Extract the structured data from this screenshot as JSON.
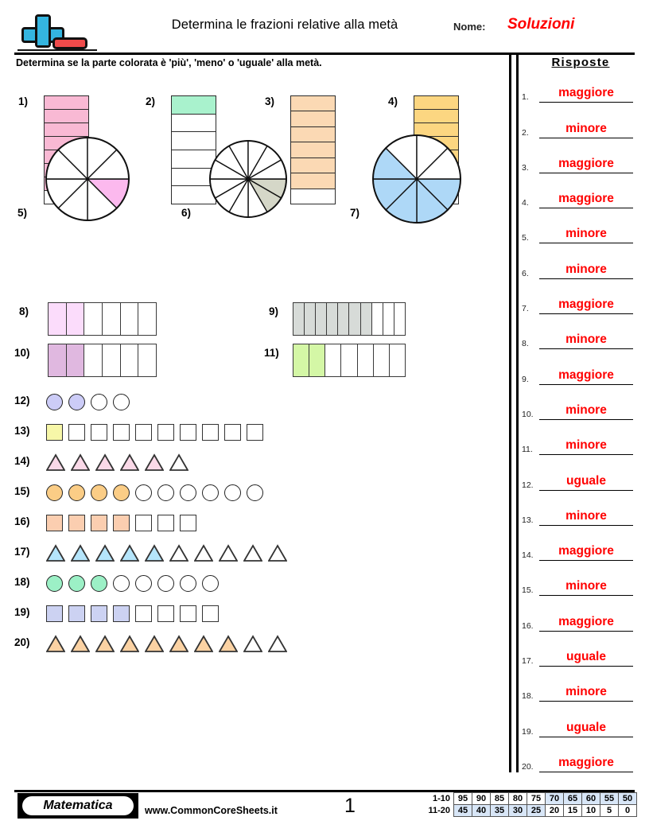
{
  "header": {
    "logo_icon": "plus-minus-icon",
    "title": "Determina le frazioni relative alla metà",
    "name_label": "Nome:",
    "name_value": "Soluzioni",
    "instructions": "Determina se la parte colorata è 'più', 'meno' o 'uguale' alla metà."
  },
  "answers": {
    "title": "Risposte",
    "items": [
      {
        "num": "1.",
        "value": "maggiore"
      },
      {
        "num": "2.",
        "value": "minore"
      },
      {
        "num": "3.",
        "value": "maggiore"
      },
      {
        "num": "4.",
        "value": "maggiore"
      },
      {
        "num": "5.",
        "value": "minore"
      },
      {
        "num": "6.",
        "value": "minore"
      },
      {
        "num": "7.",
        "value": "maggiore"
      },
      {
        "num": "8.",
        "value": "minore"
      },
      {
        "num": "9.",
        "value": "maggiore"
      },
      {
        "num": "10.",
        "value": "minore"
      },
      {
        "num": "11.",
        "value": "minore"
      },
      {
        "num": "12.",
        "value": "uguale"
      },
      {
        "num": "13.",
        "value": "minore"
      },
      {
        "num": "14.",
        "value": "maggiore"
      },
      {
        "num": "15.",
        "value": "minore"
      },
      {
        "num": "16.",
        "value": "maggiore"
      },
      {
        "num": "17.",
        "value": "uguale"
      },
      {
        "num": "18.",
        "value": "minore"
      },
      {
        "num": "19.",
        "value": "uguale"
      },
      {
        "num": "20.",
        "value": "maggiore"
      }
    ]
  },
  "problems": {
    "labels": [
      "1)",
      "2)",
      "3)",
      "4)",
      "5)",
      "6)",
      "7)",
      "8)",
      "9)",
      "10)",
      "11)",
      "12)",
      "13)",
      "14)",
      "15)",
      "16)",
      "17)",
      "18)",
      "19)",
      "20)"
    ],
    "bars": [
      {
        "id": 1,
        "total": 8,
        "shaded": 7,
        "color": "#f9b9d4"
      },
      {
        "id": 2,
        "total": 6,
        "shaded": 1,
        "color": "#a9f2cd"
      },
      {
        "id": 3,
        "total": 7,
        "shaded": 6,
        "color": "#fbd9b4"
      },
      {
        "id": 4,
        "total": 8,
        "shaded": 6,
        "color": "#fcd681"
      }
    ],
    "pies": [
      {
        "id": 5,
        "total": 8,
        "shaded": 1,
        "color": "#fcb9ee"
      },
      {
        "id": 6,
        "total": 12,
        "shaded": 2,
        "color": "#d5d7c8"
      },
      {
        "id": 7,
        "total": 8,
        "shaded": 5,
        "color": "#aed8f7"
      }
    ],
    "grids": [
      {
        "id": 8,
        "total": 6,
        "shaded": 2,
        "color": "#fbdcfb"
      },
      {
        "id": 9,
        "total": 10,
        "shaded": 7,
        "color": "#d7dbd8"
      },
      {
        "id": 10,
        "total": 6,
        "shaded": 2,
        "color": "#e0b8e0"
      },
      {
        "id": 11,
        "total": 7,
        "shaded": 2,
        "color": "#d4f7a6"
      }
    ],
    "shape_rows": [
      {
        "id": 12,
        "shape": "circle",
        "total": 4,
        "shaded": 2,
        "color": "#ccccf7"
      },
      {
        "id": 13,
        "shape": "square",
        "total": 10,
        "shaded": 1,
        "color": "#f7f7a8"
      },
      {
        "id": 14,
        "shape": "triangle",
        "total": 6,
        "shaded": 5,
        "color": "#fad9e8"
      },
      {
        "id": 15,
        "shape": "circle",
        "total": 10,
        "shaded": 4,
        "color": "#fbcd86"
      },
      {
        "id": 16,
        "shape": "square",
        "total": 7,
        "shaded": 4,
        "color": "#fbceb0"
      },
      {
        "id": 17,
        "shape": "triangle",
        "total": 10,
        "shaded": 5,
        "color": "#b5e5fb"
      },
      {
        "id": 18,
        "shape": "circle",
        "total": 8,
        "shaded": 3,
        "color": "#9cf0c6"
      },
      {
        "id": 19,
        "shape": "square",
        "total": 8,
        "shaded": 4,
        "color": "#ccd2f2"
      },
      {
        "id": 20,
        "shape": "triangle",
        "total": 10,
        "shaded": 8,
        "color": "#fbd2a3"
      }
    ]
  },
  "footer": {
    "brand": "Matematica",
    "site": "www.CommonCoreSheets.it",
    "page_number": "1",
    "score_table": {
      "row1_label": "1-10",
      "row2_label": "11-20",
      "row1": [
        {
          "v": "95",
          "hl": false
        },
        {
          "v": "90",
          "hl": false
        },
        {
          "v": "85",
          "hl": false
        },
        {
          "v": "80",
          "hl": false
        },
        {
          "v": "75",
          "hl": false
        },
        {
          "v": "70",
          "hl": true
        },
        {
          "v": "65",
          "hl": true
        },
        {
          "v": "60",
          "hl": true
        },
        {
          "v": "55",
          "hl": true
        },
        {
          "v": "50",
          "hl": true
        }
      ],
      "row2": [
        {
          "v": "45",
          "hl": true
        },
        {
          "v": "40",
          "hl": true
        },
        {
          "v": "35",
          "hl": true
        },
        {
          "v": "30",
          "hl": true
        },
        {
          "v": "25",
          "hl": true
        },
        {
          "v": "20",
          "hl": false
        },
        {
          "v": "15",
          "hl": false
        },
        {
          "v": "10",
          "hl": false
        },
        {
          "v": "5",
          "hl": false
        },
        {
          "v": "0",
          "hl": false
        }
      ]
    }
  },
  "colors": {
    "answer_red": "#ff0000",
    "highlight_blue": "#d8e6f7",
    "logo_blue": "#34b5e0",
    "logo_red": "#ef4b4b"
  }
}
